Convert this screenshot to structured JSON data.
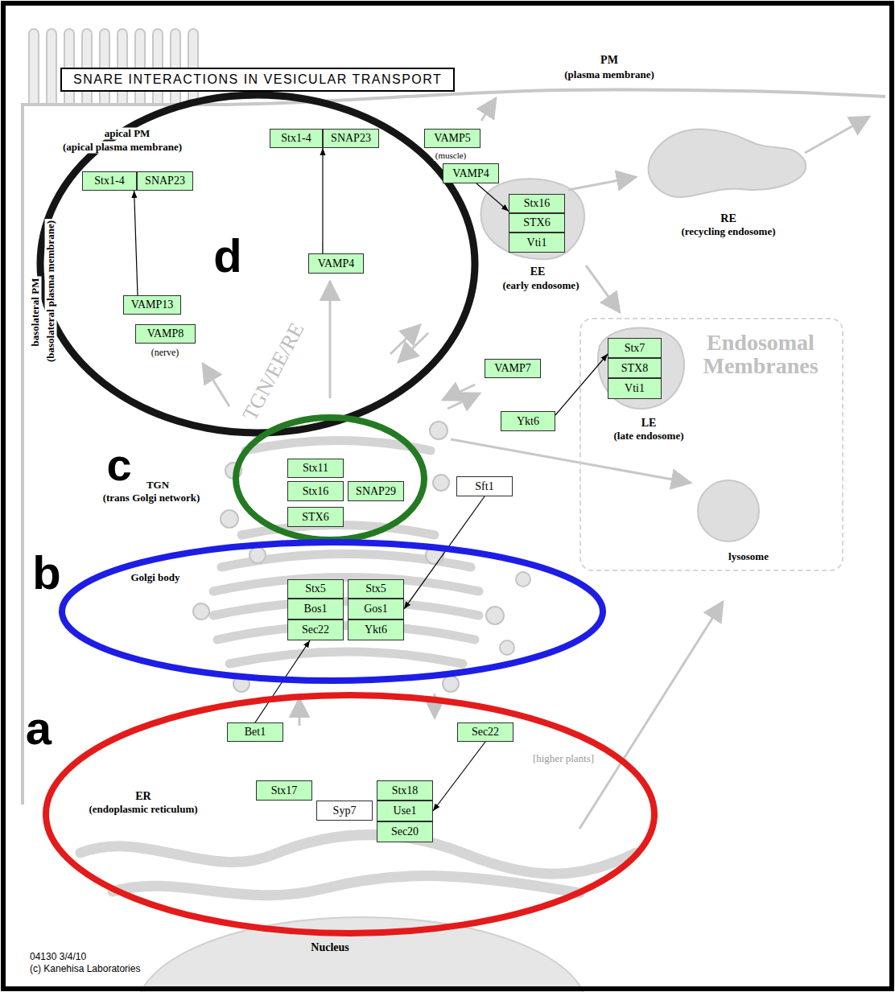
{
  "diagram": {
    "title": "SNARE INTERACTIONS IN VESICULAR TRANSPORT",
    "nodes": [
      {
        "text": [
          "d"
        ]
      },
      {
        "text": [
          "Stx1-4"
        ],
        "in": 0
      },
      {
        "text": [
          "SNAP23"
        ],
        "in": 0
      },
      {
        "text": [
          "VAMP5"
        ]
      },
      {
        "text": [
          "VAMP4"
        ]
      },
      {
        "text": [
          "Stx1-4"
        ],
        "in": 0
      },
      {
        "text": [
          "SNAP23"
        ],
        "in": 0
      },
      {
        "text": [
          "Stx16"
        ]
      },
      {
        "text": [
          "STX6"
        ]
      },
      {
        "text": [
          "Vti1"
        ]
      },
      {
        "text": [
          "VAMP4"
        ],
        "in": 0
      },
      {
        "text": [
          "VAMP13"
        ],
        "in": 0
      },
      {
        "text": [
          "VAMP8"
        ],
        "in": 0
      },
      {
        "text": [
          "Endosomal Membranes"
        ]
      },
      {
        "text": [
          "Stx7"
        ],
        "in": 13
      },
      {
        "text": [
          "STX8"
        ],
        "in": 13
      },
      {
        "text": [
          "Vti1"
        ],
        "in": 13
      },
      {
        "text": [
          "VAMP7"
        ]
      },
      {
        "text": [
          "Ykt6"
        ]
      },
      {
        "text": [
          "c"
        ]
      },
      {
        "text": [
          "Stx11"
        ],
        "in": 19
      },
      {
        "text": [
          "Stx16"
        ],
        "in": 19
      },
      {
        "text": [
          "SNAP29"
        ],
        "in": 19
      },
      {
        "text": [
          "STX6"
        ],
        "in": 19
      },
      {
        "text": [
          "Sft1"
        ]
      },
      {
        "text": [
          "b"
        ]
      },
      {
        "text": [
          "Stx5"
        ],
        "in": 25
      },
      {
        "text": [
          "Bos1"
        ],
        "in": 25
      },
      {
        "text": [
          "Sec22"
        ],
        "in": 25
      },
      {
        "text": [
          "Stx5"
        ],
        "in": 25
      },
      {
        "text": [
          "Gos1"
        ],
        "in": 25
      },
      {
        "text": [
          "Ykt6"
        ],
        "in": 25
      },
      {
        "text": [
          "a"
        ]
      },
      {
        "text": [
          "Bet1"
        ],
        "in": 32
      },
      {
        "text": [
          "Sec22"
        ],
        "in": 32
      },
      {
        "text": [
          "Stx17"
        ],
        "in": 32
      },
      {
        "text": [
          "Stx18"
        ],
        "in": 32
      },
      {
        "text": [
          "Syp7"
        ],
        "in": 32
      },
      {
        "text": [
          "Use1"
        ],
        "in": 32
      },
      {
        "text": [
          "Sec20"
        ],
        "in": 32
      }
    ],
    "edges": [
      {
        "from": 10,
        "to": 1,
        "arrow": "to"
      },
      {
        "from": 11,
        "to": 5,
        "arrow": "to"
      },
      {
        "from": 4,
        "to": 7,
        "arrow": "to"
      },
      {
        "from": 18,
        "to": 14,
        "arrow": "to"
      },
      {
        "from": 24,
        "to": 30,
        "arrow": "to"
      },
      {
        "from": 33,
        "to": 28,
        "arrow": "to"
      },
      {
        "from": 34,
        "to": 38,
        "arrow": "to"
      }
    ],
    "labels": [
      "PM",
      "(plasma membrane)",
      "apical PM",
      "(apical plasma membrane)",
      "basolateral PM",
      "(basolateral plasma membrane)",
      "RE",
      "(recycling endosome)",
      "EE",
      "(early endosome)",
      "LE",
      "(late endosome)",
      "lysosome",
      "TGN",
      "(trans Golgi network)",
      "Golgi body",
      "ER",
      "(endoplasmic reticulum)",
      "Nucleus",
      "[higher plants]",
      "TGN/EE/RE",
      "(muscle)",
      "(nerve)",
      "04130 3/4/10",
      "(c) Kanehisa Laboratories"
    ]
  }
}
